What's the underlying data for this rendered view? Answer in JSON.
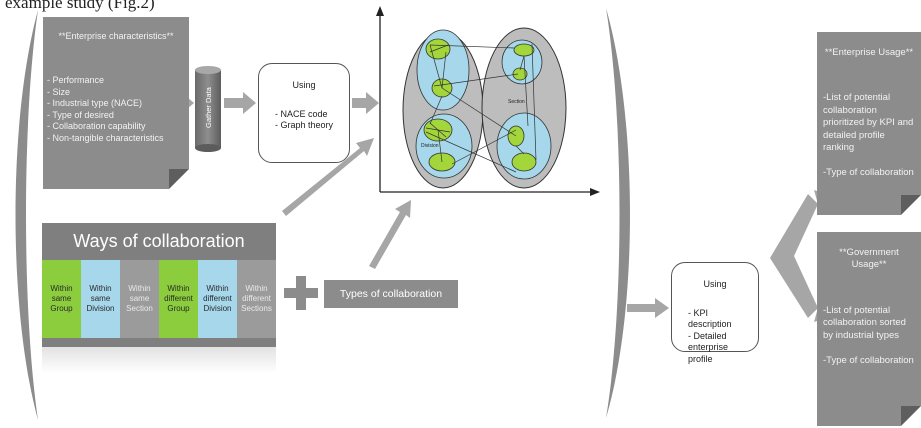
{
  "header_text": "example study (Fig.2)",
  "enterprise_characteristics": {
    "title": "**Enterprise characteristics**",
    "body": "- Performance\n- Size\n- Industrial type (NACE)\n- Type of desired\n- Collaboration capability\n- Non-tangible characteristics"
  },
  "gather_data_label": "Gather Data",
  "using_box_1": {
    "heading": "Using",
    "items": "- NACE code\n- Graph theory"
  },
  "graph": {
    "labels": {
      "section": "Section",
      "division": "Division"
    },
    "colors": {
      "outer": "#bdbdbd",
      "inner": "#a6d7ea",
      "node": "#a3d63a"
    }
  },
  "ways_of_collaboration": {
    "title": "Ways of collaboration",
    "cells": [
      {
        "label": "Within same Group",
        "color": "green"
      },
      {
        "label": "Within same Division",
        "color": "blue"
      },
      {
        "label": "Within same Section",
        "color": "gray"
      },
      {
        "label": "Within different Group",
        "color": "green"
      },
      {
        "label": "Within different Division",
        "color": "blue"
      },
      {
        "label": "Within different Sections",
        "color": "gray"
      }
    ]
  },
  "types_of_collaboration": "Types of collaboration",
  "using_box_2": {
    "heading": "Using",
    "items": "- KPI description\n- Detailed enterprise profile"
  },
  "enterprise_usage": {
    "title": "**Enterprise Usage**",
    "body": "-List of potential collaboration prioritized by KPI and detailed profile ranking\n\n-Type of collaboration"
  },
  "government_usage": {
    "title": "**Government Usage**",
    "body": "-List of potential collaboration sorted by industrial types\n\n-Type of collaboration"
  },
  "palette": {
    "green": "#8bcd3c",
    "blue": "#a6d7ea",
    "gray": "#9b9b9b",
    "box_gray": "#8c8c8c"
  }
}
